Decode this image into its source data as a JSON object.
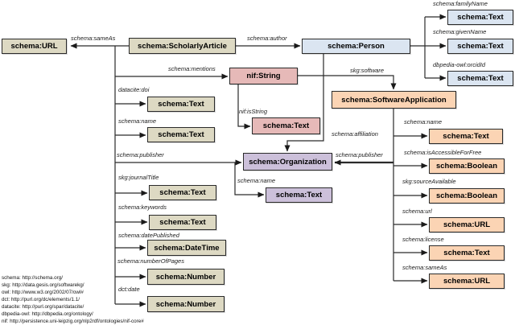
{
  "colors": {
    "article_group": "#ddd9c3",
    "person_group": "#dbe5f1",
    "mention_group": "#e6b9b8",
    "software_group": "#fbd4b4",
    "organization_group": "#ccc0da",
    "line": "#2a2a2a"
  },
  "nodes": [
    "schema:URL",
    "schema:ScholarlyArticle",
    "schema:Person",
    "schema:Text",
    "schema:Text",
    "schema:Text",
    "nif:String",
    "schema:Text",
    "schema:Text",
    "schema:Text",
    "schema:Organization",
    "schema:Text",
    "schema:Text",
    "schema:Text",
    "schema:DateTime",
    "schema:Number",
    "schema:Number",
    "schema:SoftwareApplication",
    "schema:Text",
    "schema:Boolean",
    "schema:Boolean",
    "schema:URL",
    "schema:Text",
    "schema:URL"
  ],
  "labels": [
    "schema:sameAs",
    "schema:author",
    "schema:familyName",
    "schema:givenName",
    "dbpedia-owl:orcidId",
    "schema:mentions",
    "skg:software",
    "datacite:doi",
    "nif:isString",
    "schema:name",
    "schema:publisher",
    "schema:affiliation",
    "schema:publisher",
    "schema:name",
    "skg:journalTitle",
    "schema:keywords",
    "schema:datePublished",
    "schema:numberOfPages",
    "dct:date",
    "schema:name",
    "schema:isAccessibleForFree",
    "skg:sourceAvailable",
    "schema:url",
    "schema:license",
    "schema:sameAs"
  ],
  "legend": [
    "schema: http://schema.org/",
    "skg: http://data.gesis.org/softwarekg/",
    "owl: http://www.w3.org/2002/07/owl#",
    "dct: http://purl.org/dc/elements/1.1/",
    "datacite: http://purl.org/spar/datacite/",
    "dbpedia-owl: http://dbpedia.org/ontology/",
    "nif: http://persistence.uni-leipzig.org/nlp2rdf/ontologies/nif-core#"
  ],
  "edges": [
    {
      "from": "schema:ScholarlyArticle",
      "property": "schema:sameAs",
      "to": "schema:URL"
    },
    {
      "from": "schema:ScholarlyArticle",
      "property": "schema:author",
      "to": "schema:Person"
    },
    {
      "from": "schema:ScholarlyArticle",
      "property": "schema:mentions",
      "to": "nif:String"
    },
    {
      "from": "schema:ScholarlyArticle",
      "property": "datacite:doi",
      "to": "schema:Text"
    },
    {
      "from": "schema:ScholarlyArticle",
      "property": "schema:name",
      "to": "schema:Text"
    },
    {
      "from": "schema:ScholarlyArticle",
      "property": "schema:publisher",
      "to": "schema:Organization"
    },
    {
      "from": "schema:ScholarlyArticle",
      "property": "skg:journalTitle",
      "to": "schema:Text"
    },
    {
      "from": "schema:ScholarlyArticle",
      "property": "schema:keywords",
      "to": "schema:Text"
    },
    {
      "from": "schema:ScholarlyArticle",
      "property": "schema:datePublished",
      "to": "schema:DateTime"
    },
    {
      "from": "schema:ScholarlyArticle",
      "property": "schema:numberOfPages",
      "to": "schema:Number"
    },
    {
      "from": "schema:ScholarlyArticle",
      "property": "dct:date",
      "to": "schema:Number"
    },
    {
      "from": "schema:Person",
      "property": "schema:familyName",
      "to": "schema:Text"
    },
    {
      "from": "schema:Person",
      "property": "schema:givenName",
      "to": "schema:Text"
    },
    {
      "from": "schema:Person",
      "property": "dbpedia-owl:orcidId",
      "to": "schema:Text"
    },
    {
      "from": "schema:Person",
      "property": "schema:affiliation",
      "to": "schema:Organization"
    },
    {
      "from": "nif:String",
      "property": "nif:isString",
      "to": "schema:Text"
    },
    {
      "from": "nif:String",
      "property": "skg:software",
      "to": "schema:SoftwareApplication"
    },
    {
      "from": "schema:Organization",
      "property": "schema:name",
      "to": "schema:Text"
    },
    {
      "from": "schema:SoftwareApplication",
      "property": "schema:publisher",
      "to": "schema:Organization"
    },
    {
      "from": "schema:SoftwareApplication",
      "property": "schema:name",
      "to": "schema:Text"
    },
    {
      "from": "schema:SoftwareApplication",
      "property": "schema:isAccessibleForFree",
      "to": "schema:Boolean"
    },
    {
      "from": "schema:SoftwareApplication",
      "property": "skg:sourceAvailable",
      "to": "schema:Boolean"
    },
    {
      "from": "schema:SoftwareApplication",
      "property": "schema:url",
      "to": "schema:URL"
    },
    {
      "from": "schema:SoftwareApplication",
      "property": "schema:license",
      "to": "schema:Text"
    },
    {
      "from": "schema:SoftwareApplication",
      "property": "schema:sameAs",
      "to": "schema:URL"
    }
  ]
}
